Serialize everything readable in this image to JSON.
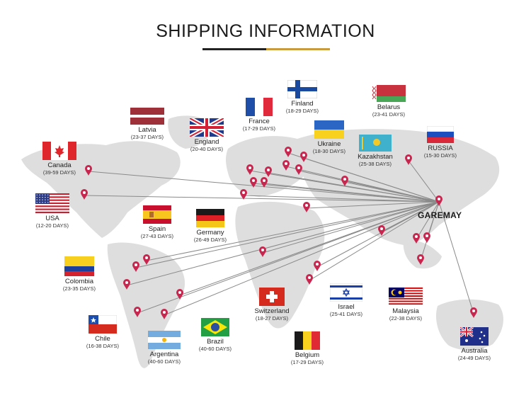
{
  "header": {
    "title": "SHIPPING INFORMATION"
  },
  "colors": {
    "land": "#dcdcdc",
    "pin": "#c8264f",
    "route": "#8a8a8a",
    "rule_dark": "#222222",
    "rule_gold": "#c99b3c"
  },
  "hub": {
    "label": "GAREMAY"
  },
  "countries": {
    "finland": {
      "name": "Finland",
      "days": "(18-29 DAYS)"
    },
    "belarus": {
      "name": "Belarus",
      "days": "(23-41 DAYS)"
    },
    "france": {
      "name": "France",
      "days": "(17-29 DAYS)"
    },
    "latvia": {
      "name": "Latvia",
      "days": "(23-37 DAYS)"
    },
    "england": {
      "name": "England",
      "days": "(20-40 DAYS)"
    },
    "ukraine": {
      "name": "Ukraine",
      "days": "(18-30 DAYS)"
    },
    "russia": {
      "name": "RUSSIA",
      "days": "(15-30 DAYS)"
    },
    "kazakhstan": {
      "name": "Kazakhstan",
      "days": "(25-38 DAYS)"
    },
    "canada": {
      "name": "Canada",
      "days": "(39-59 DAYS)"
    },
    "usa": {
      "name": "USA",
      "days": "(12-20 DAYS)"
    },
    "spain": {
      "name": "Spain",
      "days": "(27-43 DAYS)"
    },
    "germany": {
      "name": "Germany",
      "days": "(26-49 DAYS)"
    },
    "colombia": {
      "name": "Colombia",
      "days": "(23-35 DAYS)"
    },
    "chile": {
      "name": "Chile",
      "days": "(16-38 DAYS)"
    },
    "argentina": {
      "name": "Argentina",
      "days": "(40-60 DAYS)"
    },
    "brazil": {
      "name": "Brazil",
      "days": "(40-60 DAYS)"
    },
    "switzerland": {
      "name": "Switzerland",
      "days": "(18-27 DAYS)"
    },
    "israel": {
      "name": "Israel",
      "days": "(25-41 DAYS)"
    },
    "malaysia": {
      "name": "Malaysia",
      "days": "(22-38 DAYS)"
    },
    "belgium": {
      "name": "Belgium",
      "days": "(17-29 DAYS)"
    },
    "australia": {
      "name": "Australia",
      "days": "(24-49 DAYS)"
    }
  }
}
